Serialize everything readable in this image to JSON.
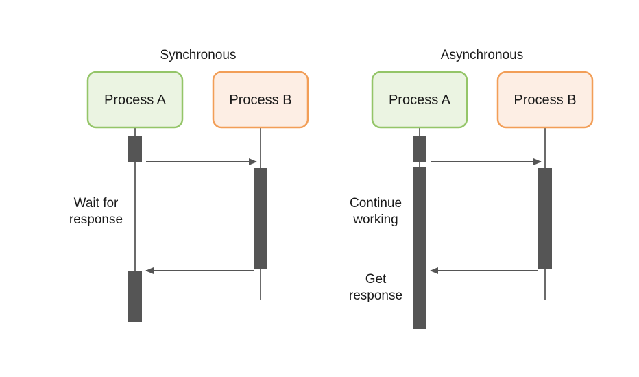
{
  "colors": {
    "process_a_fill": "#EBF4E2",
    "process_a_stroke": "#94C568",
    "process_b_fill": "#FDEEE4",
    "process_b_stroke": "#F29E57",
    "lifeline": "#6B6B6B",
    "activation": "#555555",
    "arrow": "#555555"
  },
  "synchronous": {
    "title": "Synchronous",
    "process_a": "Process A",
    "process_b": "Process B",
    "note_line1": "Wait for",
    "note_line2": "response"
  },
  "asynchronous": {
    "title": "Asynchronous",
    "process_a": "Process A",
    "process_b": "Process B",
    "note1_line1": "Continue",
    "note1_line2": "working",
    "note2_line1": "Get",
    "note2_line2": "response"
  }
}
